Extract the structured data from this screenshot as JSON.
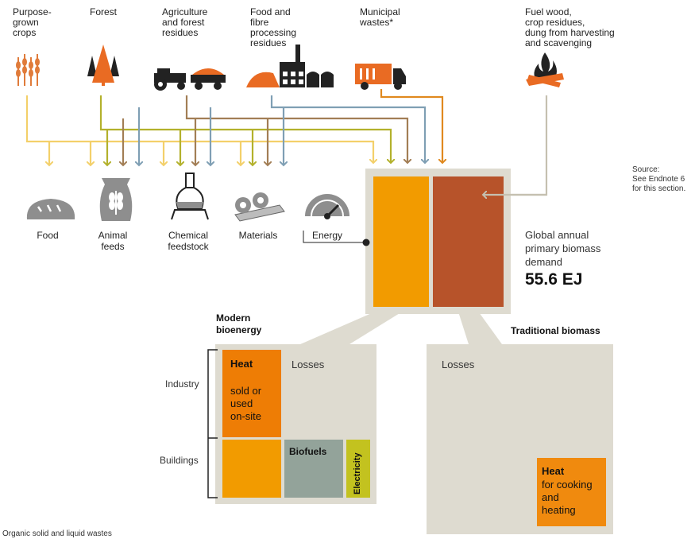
{
  "sources": {
    "crops": "Purpose-\ngrown\ncrops",
    "forest": "Forest",
    "agriculture": "Agriculture\nand forest\nresidues",
    "food_fibre": "Food and\nfibre\nprocessing\nresidues",
    "municipal": "Municipal\nwastes*",
    "fuel_wood": "Fuel wood,\ncrop residues,\ndung from harvesting\nand scavenging"
  },
  "uses": {
    "food": "Food",
    "animal_feeds": "Animal\nfeeds",
    "chemical": "Chemical\nfeedstock",
    "materials": "Materials",
    "energy": "Energy"
  },
  "source_note": "Source:\nSee Endnote 6\nfor this section.",
  "demand": {
    "label": "Global annual\nprimary biomass\ndemand",
    "value": "55.6 EJ"
  },
  "modern": {
    "title": "Modern\nbioenergy",
    "industry": "Industry",
    "buildings": "Buildings",
    "heat_title": "Heat",
    "heat_sub": "sold or\nused\non-site",
    "losses": "Losses",
    "biofuels": "Biofuels",
    "electricity": "Electricity"
  },
  "traditional": {
    "title": "Traditional biomass",
    "losses": "Losses",
    "heat_title": "Heat",
    "heat_sub": "for cooking\nand\nheating"
  },
  "footnote": "Organic solid and liquid wastes",
  "colors": {
    "modern": "#f29b00",
    "traditional": "#b7532a",
    "panel": "#dedbd0",
    "biofuels": "#93a39a",
    "electricity": "#c3c21f",
    "heat_trad": "#f08a0e",
    "heat_ind": "#ee7d05",
    "flow_crops": "#f3d06a",
    "flow_forest": "#b3b12c",
    "flow_agri": "#a27e55",
    "flow_foodfibre": "#7f9fb4",
    "flow_municipal": "#e0891f",
    "flow_fuelwood": "#c5c0b0"
  }
}
